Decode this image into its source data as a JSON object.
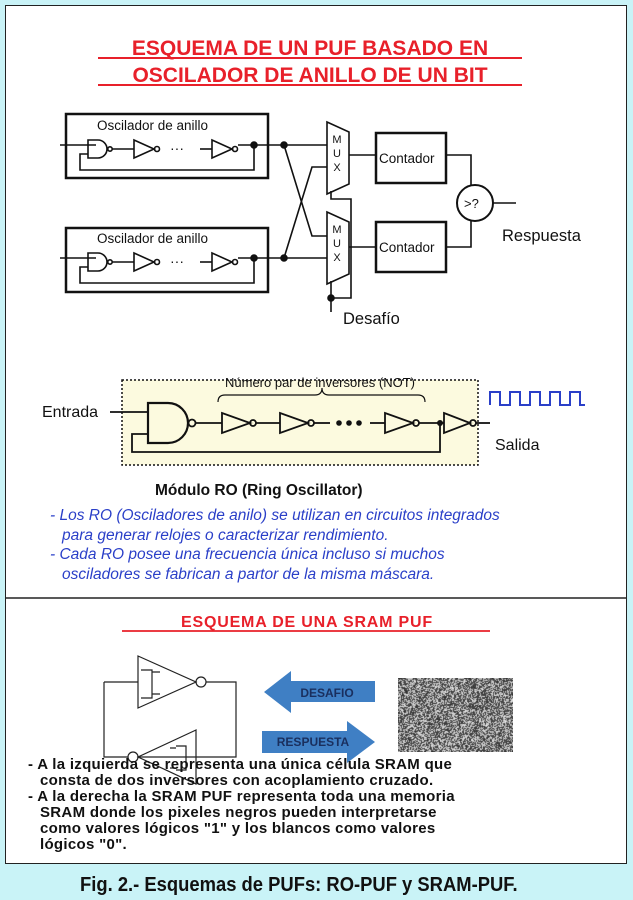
{
  "ro_puf": {
    "title_line1": "ESQUEMA DE UN PUF BASADO EN",
    "title_line2": "OSCILADOR DE ANILLO DE UN BIT",
    "oscillator_label": "Oscilador de anillo",
    "dots": "···",
    "mux_letters": [
      "M",
      "U",
      "X"
    ],
    "counter_label": "Contador",
    "comparator_label": ">?",
    "response_label": "Respuesta",
    "challenge_label": "Desafío"
  },
  "ro_module": {
    "input_label": "Entrada",
    "inverters_label": "Número par de inversores (NOT)",
    "output_label": "Salida",
    "title": "Módulo RO (Ring Oscillator)",
    "notes": [
      "- Los RO (Osciladores de anilo) se utilizan en circuitos integrados",
      "para generar relojes o caracterizar rendimiento.",
      "- Cada RO posee una frecuencia única incluso si muchos",
      "osciladores se fabrican a partor de la misma máscara."
    ]
  },
  "sram_puf": {
    "title": "ESQUEMA DE UNA SRAM PUF",
    "challenge_arrow": "DESAFIO",
    "response_arrow": "RESPUESTA",
    "notes": [
      "- A la izquierda se representa una única célula SRAM que",
      "consta de dos inversores con acoplamiento cruzado.",
      "- A la derecha la SRAM PUF representa toda una memoria",
      "SRAM donde los pixeles negros pueden interpretarse",
      "como valores lógicos \"1\" y los blancos como valores",
      "lógicos \"0\"."
    ]
  },
  "caption": "Fig. 2.- Esquemas de PUFs: RO-PUF y SRAM-PUF.",
  "colors": {
    "title_red": "#e8202a",
    "note_blue": "#2a3fc8",
    "arrow_blue": "#3f7fc4",
    "background": "#c9f3f7",
    "module_fill": "#fcfadf"
  }
}
